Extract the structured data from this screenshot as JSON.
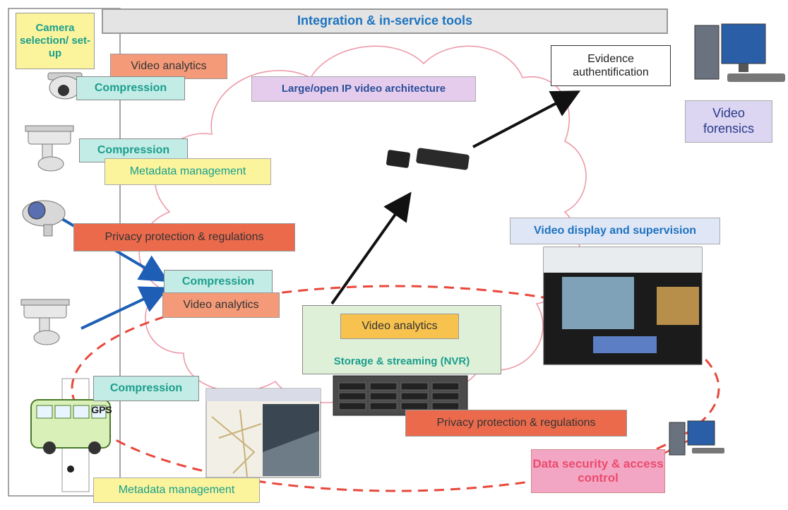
{
  "colors": {
    "teal_text": "#1a9e8c",
    "teal_box": "#c4ece6",
    "orange_box": "#f59a78",
    "red_box": "#ec6a4c",
    "yellow_box": "#fbf49c",
    "lavender_box": "#e6ccec",
    "blue_box": "#dfe6f6",
    "green_box": "#dff0d8",
    "pink_box": "#f2a6c4",
    "cloud": "#ec9aa8",
    "dashed": "#e8483c",
    "arrow_blue": "#1e5fb5"
  },
  "header": {
    "title": "Integration & in-service tools"
  },
  "camera_setup": {
    "label": "Camera selection/ set-up"
  },
  "labels": {
    "video_analytics_top": "Video analytics",
    "compression_1": "Compression",
    "compression_2": "Compression",
    "metadata_1": "Metadata management",
    "privacy_left": "Privacy protection & regulations",
    "compression_3": "Compression",
    "video_analytics_mid": "Video analytics",
    "ip_architecture": "Large/open IP video architecture",
    "evidence": "Evidence authentification",
    "forensics": "Video forensics",
    "display_supervision": "Video display and supervision",
    "video_analytics_nvr": "Video analytics",
    "storage_streaming": "Storage & streaming (NVR)",
    "compression_bus": "Compression",
    "gps": "GPS",
    "privacy_bottom": "Privacy protection & regulations",
    "data_security": "Data security & access control",
    "metadata_bottom": "Metadata management"
  }
}
